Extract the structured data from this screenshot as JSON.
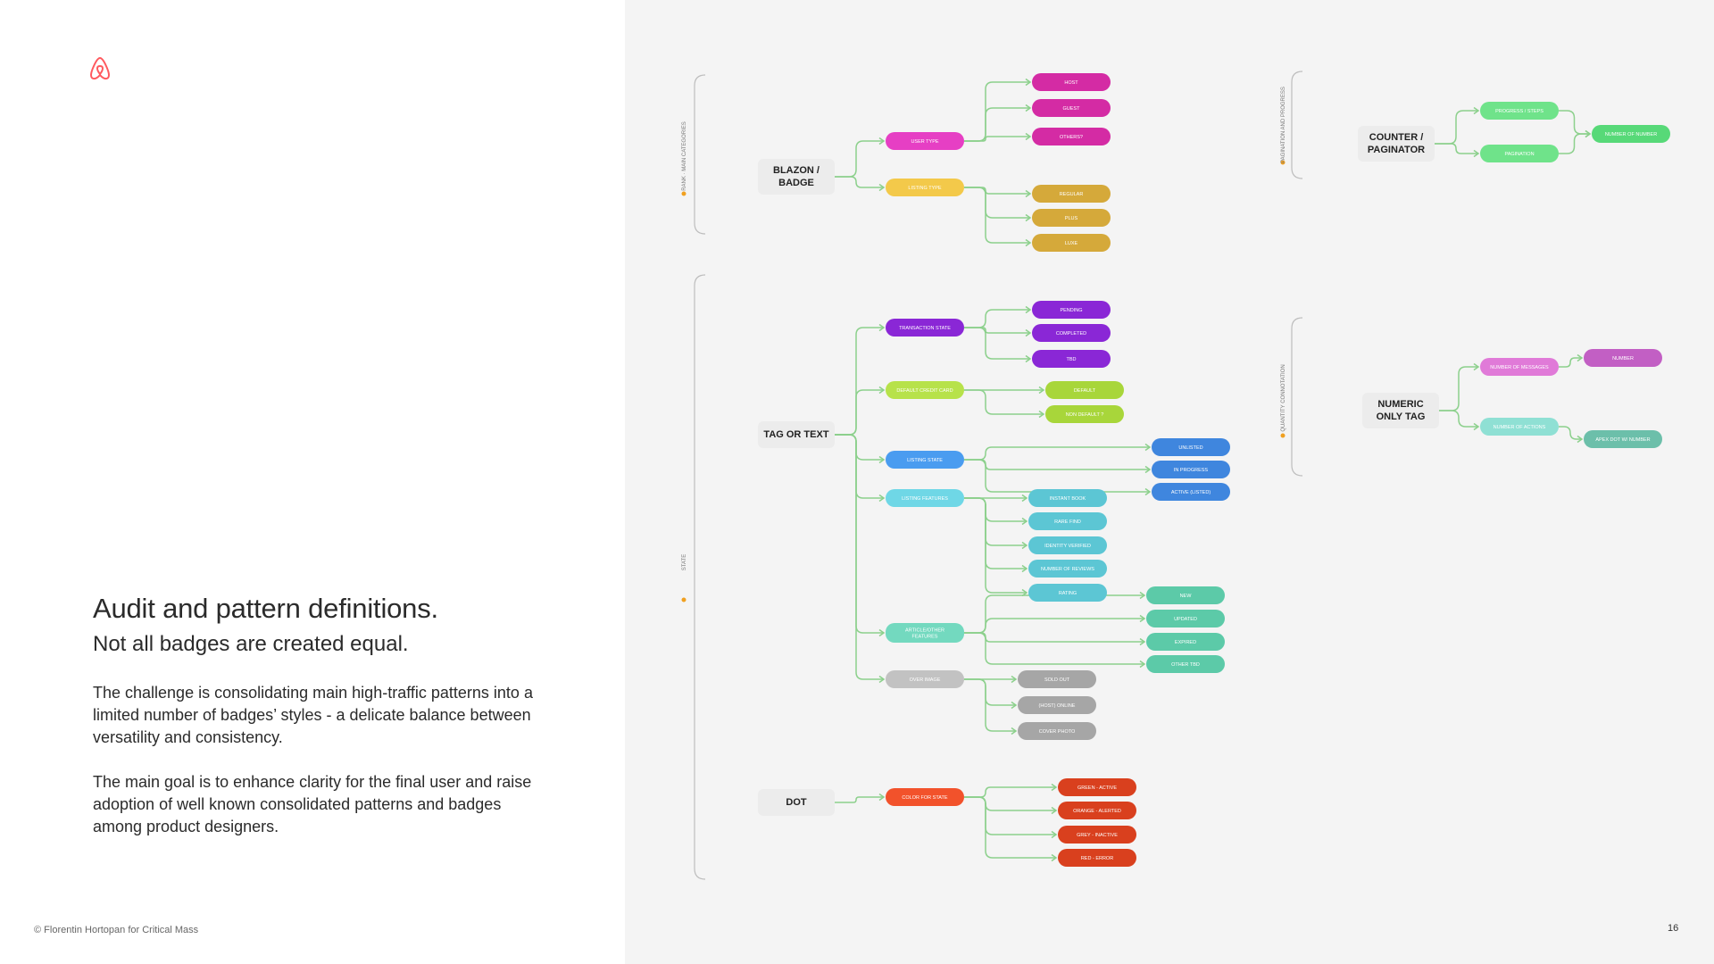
{
  "left": {
    "headline": "Audit and pattern definitions.",
    "subhead": "Not all badges are created equal.",
    "para1": "The challenge is consolidating main high-traffic patterns into a limited number of badges’ styles - a delicate balance between versatility and consistency.",
    "para2": "The main goal is to enhance clarity for the final user and raise adoption of well known consolidated patterns and badges among product designers.",
    "footer": "© Florentin Hortopan for Critical Mass",
    "logo_icon": "airbnb-logo-icon",
    "logo_color": "#ff5a5f"
  },
  "page_number": "16",
  "diagram": {
    "connector_color": "#8cd08c",
    "side_labels": [
      "RANK · MAIN CATEGORIES",
      "STATE",
      "PAGINATION AND PROGRESS",
      "QUANTITY CONNOTATION"
    ],
    "roots": [
      {
        "id": "r_blazon",
        "label": [
          "BLAZON /",
          "BADGE"
        ]
      },
      {
        "id": "r_tag",
        "label": [
          "TAG OR TEXT"
        ]
      },
      {
        "id": "r_dot",
        "label": [
          "DOT"
        ]
      },
      {
        "id": "r_counter",
        "label": [
          "COUNTER /",
          "PAGINATOR"
        ]
      },
      {
        "id": "r_numeric",
        "label": [
          "NUMERIC",
          "ONLY TAG"
        ]
      }
    ],
    "nodes": [
      {
        "id": "user_type",
        "label": [
          "USER TYPE"
        ],
        "color": "#e63fc4"
      },
      {
        "id": "host",
        "label": [
          "HOST"
        ],
        "color": "#d42ba4"
      },
      {
        "id": "guest",
        "label": [
          "GUEST"
        ],
        "color": "#d42ba4"
      },
      {
        "id": "others",
        "label": [
          "OTHERS?"
        ],
        "color": "#d42ba4"
      },
      {
        "id": "listing_type",
        "label": [
          "LISTING TYPE"
        ],
        "color": "#f3c94a"
      },
      {
        "id": "regular",
        "label": [
          "REGULAR"
        ],
        "color": "#d5a93a"
      },
      {
        "id": "plus",
        "label": [
          "PLUS"
        ],
        "color": "#d5a93a"
      },
      {
        "id": "luxe",
        "label": [
          "LUXE"
        ],
        "color": "#d5a93a"
      },
      {
        "id": "transaction_state",
        "label": [
          "TRANSACTION STATE"
        ],
        "color": "#8a27d6"
      },
      {
        "id": "pending",
        "label": [
          "PENDING"
        ],
        "color": "#8a27d6"
      },
      {
        "id": "completed",
        "label": [
          "COMPLETED"
        ],
        "color": "#8a27d6"
      },
      {
        "id": "tbd",
        "label": [
          "TBD"
        ],
        "color": "#8a27d6"
      },
      {
        "id": "default_credit",
        "label": [
          "DEFAULT CREDIT CARD"
        ],
        "color": "#b7e24a"
      },
      {
        "id": "default",
        "label": [
          "DEFAULT"
        ],
        "color": "#a8d63a"
      },
      {
        "id": "non_default",
        "label": [
          "NON DEFAULT ?"
        ],
        "color": "#a8d63a"
      },
      {
        "id": "listing_state",
        "label": [
          "LISTING STATE"
        ],
        "color": "#4a9cf0"
      },
      {
        "id": "unlisted",
        "label": [
          "UNLISTED"
        ],
        "color": "#3f86de"
      },
      {
        "id": "in_progress",
        "label": [
          "IN PROGRESS"
        ],
        "color": "#3f86de"
      },
      {
        "id": "active_listed",
        "label": [
          "ACTIVE (LISTED)"
        ],
        "color": "#3f86de"
      },
      {
        "id": "listing_features",
        "label": [
          "LISTING FEATURES"
        ],
        "color": "#6fd7e6"
      },
      {
        "id": "instant_book",
        "label": [
          "INSTANT BOOK"
        ],
        "color": "#5cc6d4"
      },
      {
        "id": "rare_find",
        "label": [
          "RARE FIND"
        ],
        "color": "#5cc6d4"
      },
      {
        "id": "identity_verified",
        "label": [
          "IDENTITY VERIFIED"
        ],
        "color": "#5cc6d4"
      },
      {
        "id": "number_reviews",
        "label": [
          "NUMBER OF REVIEWS"
        ],
        "color": "#5cc6d4"
      },
      {
        "id": "rating",
        "label": [
          "RATING"
        ],
        "color": "#5cc6d4"
      },
      {
        "id": "article_features",
        "label": [
          "ARTICLE/OTHER",
          "FEATURES"
        ],
        "color": "#73d9bf"
      },
      {
        "id": "new",
        "label": [
          "NEW"
        ],
        "color": "#5ccaa8"
      },
      {
        "id": "updated",
        "label": [
          "UPDATED"
        ],
        "color": "#5ccaa8"
      },
      {
        "id": "expired",
        "label": [
          "EXPIRED"
        ],
        "color": "#5ccaa8"
      },
      {
        "id": "other_tbd",
        "label": [
          "OTHER TBD"
        ],
        "color": "#5ccaa8"
      },
      {
        "id": "over_image",
        "label": [
          "OVER IMAGE"
        ],
        "color": "#c2c2c2"
      },
      {
        "id": "sold_out",
        "label": [
          "SOLD OUT"
        ],
        "color": "#a6a6a6"
      },
      {
        "id": "host_online",
        "label": [
          "(HOST) ONLINE"
        ],
        "color": "#a6a6a6"
      },
      {
        "id": "cover_photo",
        "label": [
          "COVER PHOTO"
        ],
        "color": "#a6a6a6"
      },
      {
        "id": "color_state",
        "label": [
          "COLOR FOR STATE"
        ],
        "color": "#f2522b"
      },
      {
        "id": "green_active",
        "label": [
          "GREEN - ACTIVE"
        ],
        "color": "#d9401e"
      },
      {
        "id": "orange_alerted",
        "label": [
          "ORANGE - ALERTED"
        ],
        "color": "#d9401e"
      },
      {
        "id": "grey_inactive",
        "label": [
          "GREY - INACTIVE"
        ],
        "color": "#d9401e"
      },
      {
        "id": "red_error",
        "label": [
          "RED - ERROR"
        ],
        "color": "#d9401e"
      },
      {
        "id": "progress_steps",
        "label": [
          "PROGRESS / STEPS"
        ],
        "color": "#6fe38a"
      },
      {
        "id": "pagination",
        "label": [
          "PAGINATION"
        ],
        "color": "#6fe38a"
      },
      {
        "id": "number_of_number",
        "label": [
          "NUMBER OF NUMBER"
        ],
        "color": "#57d978"
      },
      {
        "id": "number_messages",
        "label": [
          "NUMBER OF MESSAGES"
        ],
        "color": "#e07ad8"
      },
      {
        "id": "number",
        "label": [
          "NUMBER"
        ],
        "color": "#c25fc4"
      },
      {
        "id": "number_actions",
        "label": [
          "NUMBER OF ACTIONS"
        ],
        "color": "#8fe0d4"
      },
      {
        "id": "apex_dot",
        "label": [
          "APEX DOT W/ NUMBER"
        ],
        "color": "#6cbfaa"
      }
    ],
    "edges": [
      [
        "r_blazon",
        "user_type"
      ],
      [
        "r_blazon",
        "listing_type"
      ],
      [
        "user_type",
        "host"
      ],
      [
        "user_type",
        "guest"
      ],
      [
        "user_type",
        "others"
      ],
      [
        "listing_type",
        "regular"
      ],
      [
        "listing_type",
        "plus"
      ],
      [
        "listing_type",
        "luxe"
      ],
      [
        "r_tag",
        "transaction_state"
      ],
      [
        "r_tag",
        "default_credit"
      ],
      [
        "r_tag",
        "listing_state"
      ],
      [
        "r_tag",
        "listing_features"
      ],
      [
        "r_tag",
        "article_features"
      ],
      [
        "r_tag",
        "over_image"
      ],
      [
        "transaction_state",
        "pending"
      ],
      [
        "transaction_state",
        "completed"
      ],
      [
        "transaction_state",
        "tbd"
      ],
      [
        "default_credit",
        "default"
      ],
      [
        "default_credit",
        "non_default"
      ],
      [
        "listing_state",
        "unlisted"
      ],
      [
        "listing_state",
        "in_progress"
      ],
      [
        "listing_state",
        "active_listed"
      ],
      [
        "listing_features",
        "instant_book"
      ],
      [
        "listing_features",
        "rare_find"
      ],
      [
        "listing_features",
        "identity_verified"
      ],
      [
        "listing_features",
        "number_reviews"
      ],
      [
        "listing_features",
        "rating"
      ],
      [
        "article_features",
        "new"
      ],
      [
        "article_features",
        "updated"
      ],
      [
        "article_features",
        "expired"
      ],
      [
        "article_features",
        "other_tbd"
      ],
      [
        "over_image",
        "sold_out"
      ],
      [
        "over_image",
        "host_online"
      ],
      [
        "over_image",
        "cover_photo"
      ],
      [
        "r_dot",
        "color_state"
      ],
      [
        "color_state",
        "green_active"
      ],
      [
        "color_state",
        "orange_alerted"
      ],
      [
        "color_state",
        "grey_inactive"
      ],
      [
        "color_state",
        "red_error"
      ],
      [
        "r_counter",
        "progress_steps"
      ],
      [
        "r_counter",
        "pagination"
      ],
      [
        "progress_steps",
        "number_of_number"
      ],
      [
        "pagination",
        "number_of_number"
      ],
      [
        "r_numeric",
        "number_messages"
      ],
      [
        "r_numeric",
        "number_actions"
      ],
      [
        "number_messages",
        "number"
      ],
      [
        "number_actions",
        "apex_dot"
      ]
    ]
  }
}
